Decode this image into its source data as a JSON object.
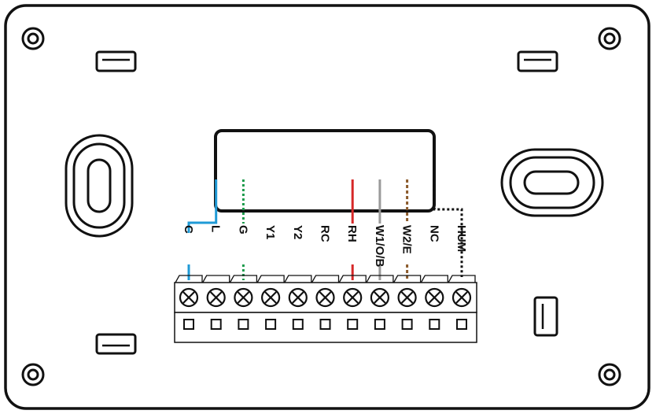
{
  "terminals": [
    {
      "label": "C",
      "wire": "solid",
      "color": "#1f9ad6"
    },
    {
      "label": "L",
      "wire": "solid",
      "color": "#1f9ad6"
    },
    {
      "label": "G",
      "wire": "dotted",
      "color": "#1a9a4a"
    },
    {
      "label": "Y1",
      "wire": "none",
      "color": ""
    },
    {
      "label": "Y2",
      "wire": "none",
      "color": ""
    },
    {
      "label": "RC",
      "wire": "none",
      "color": ""
    },
    {
      "label": "RH",
      "wire": "solid",
      "color": "#d62828"
    },
    {
      "label": "W1/O/B",
      "wire": "solid",
      "color": "#9a9a9a"
    },
    {
      "label": "W2/E",
      "wire": "dashed",
      "color": "#8b5a2b"
    },
    {
      "label": "NC",
      "wire": "dotted",
      "color": "#111111"
    },
    {
      "label": "HUM",
      "wire": "dotted",
      "color": "#111111"
    }
  ],
  "colors": {
    "outline": "#111111",
    "background": "#ffffff",
    "wire_blue": "#1f9ad6",
    "wire_green": "#1a9a4a",
    "wire_red": "#d62828",
    "wire_gray": "#9a9a9a",
    "wire_brown": "#8b5a2b"
  }
}
